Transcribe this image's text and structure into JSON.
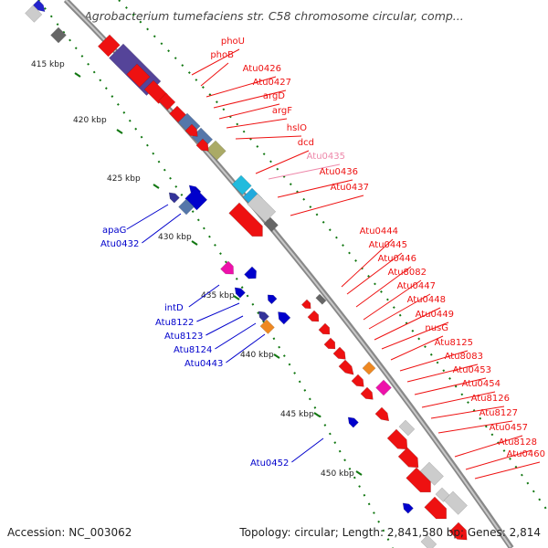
{
  "title": "Agrobacterium tumefaciens str. C58 chromosome circular, comp...",
  "footer": {
    "accession": "Accession: NC_003062",
    "summary": "Topology: circular; Length: 2,841,580 bp; Genes: 2,814"
  },
  "colors": {
    "red": "#ee1111",
    "blue": "#0000cc",
    "pink": "#ee88aa",
    "backbone": "#888888",
    "tick_green": "#117711"
  },
  "scale_ticks": [
    "415 kbp",
    "420 kbp",
    "425 kbp",
    "430 kbp",
    "435 kbp",
    "440 kbp",
    "445 kbp",
    "450 kbp"
  ],
  "labels_right": [
    "phoU",
    "phoB",
    "Atu0426",
    "Atu0427",
    "argD",
    "argF",
    "hslO",
    "dcd",
    "Atu0435",
    "Atu0436",
    "Atu0437",
    "Atu0444",
    "Atu0445",
    "Atu0446",
    "Atu8082",
    "Atu0447",
    "Atu0448",
    "Atu0449",
    "nusG",
    "Atu8125",
    "Atu8083",
    "Atu0453",
    "Atu0454",
    "Atu8126",
    "Atu8127",
    "Atu0457",
    "Atu8128",
    "Atu0460"
  ],
  "labels_left": [
    "apaG",
    "Atu0432",
    "intD",
    "Atu8122",
    "Atu8123",
    "Atu8124",
    "Atu0443",
    "Atu0452"
  ]
}
